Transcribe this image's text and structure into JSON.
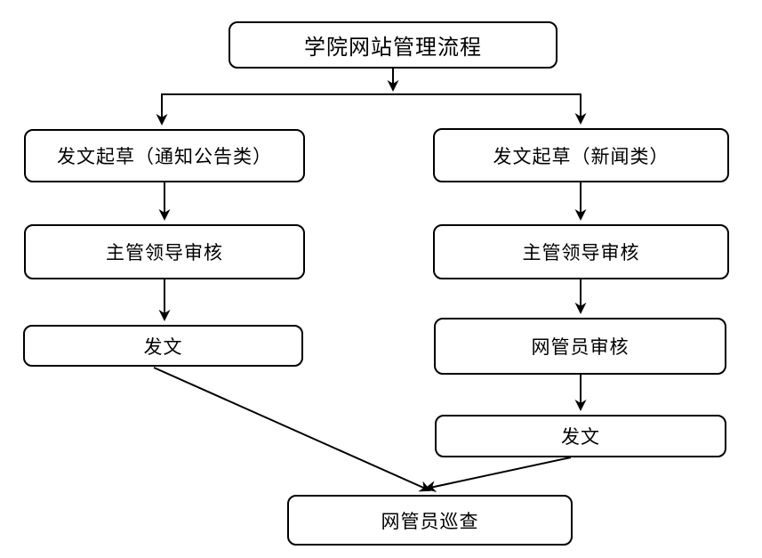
{
  "diagram": {
    "type": "flowchart",
    "title": "学院网站管理流程",
    "nodes": {
      "title": "学院网站管理流程",
      "draft_notice": "发文起草（通知公告类）",
      "leader_review_left": "主管领导审核",
      "publish_left": "发文",
      "draft_news": "发文起草（新闻类）",
      "leader_review_right": "主管领导审核",
      "webadmin_review": "网管员审核",
      "publish_right": "发文",
      "webadmin_patrol": "网管员巡查"
    },
    "edges": [
      {
        "from": "title",
        "to": "draft_notice"
      },
      {
        "from": "title",
        "to": "draft_news"
      },
      {
        "from": "draft_notice",
        "to": "leader_review_left"
      },
      {
        "from": "leader_review_left",
        "to": "publish_left"
      },
      {
        "from": "draft_news",
        "to": "leader_review_right"
      },
      {
        "from": "leader_review_right",
        "to": "webadmin_review"
      },
      {
        "from": "webadmin_review",
        "to": "publish_right"
      },
      {
        "from": "publish_left",
        "to": "webadmin_patrol"
      },
      {
        "from": "publish_right",
        "to": "webadmin_patrol"
      }
    ],
    "colors": {
      "stroke": "#000000",
      "node_fill": "#ffffff",
      "text": "#000000",
      "background": "#ffffff"
    }
  }
}
